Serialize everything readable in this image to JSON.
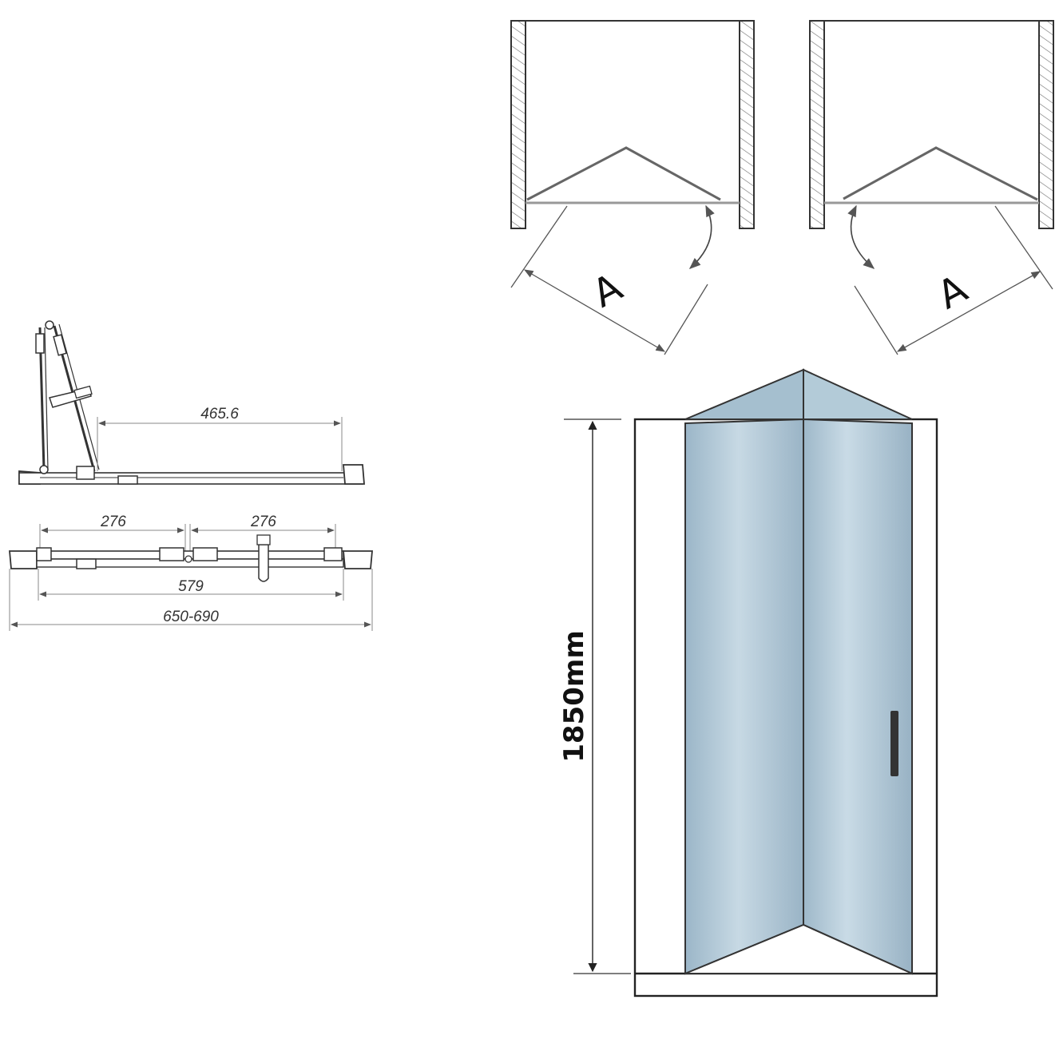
{
  "top_views": {
    "left_label": "A",
    "right_label": "A"
  },
  "plan_views": {
    "side_opening": "465.6",
    "leaf_left": "276",
    "leaf_right": "276",
    "glass_width": "579",
    "overall_width": "650-690"
  },
  "elevation": {
    "height_label": "1850mm"
  },
  "colors": {
    "glass": "#a6c0d0",
    "glass_highlight": "#c9dbe6",
    "line": "#333333",
    "dim_line": "#555555",
    "hatch": "#666666",
    "handle": "#333333"
  }
}
